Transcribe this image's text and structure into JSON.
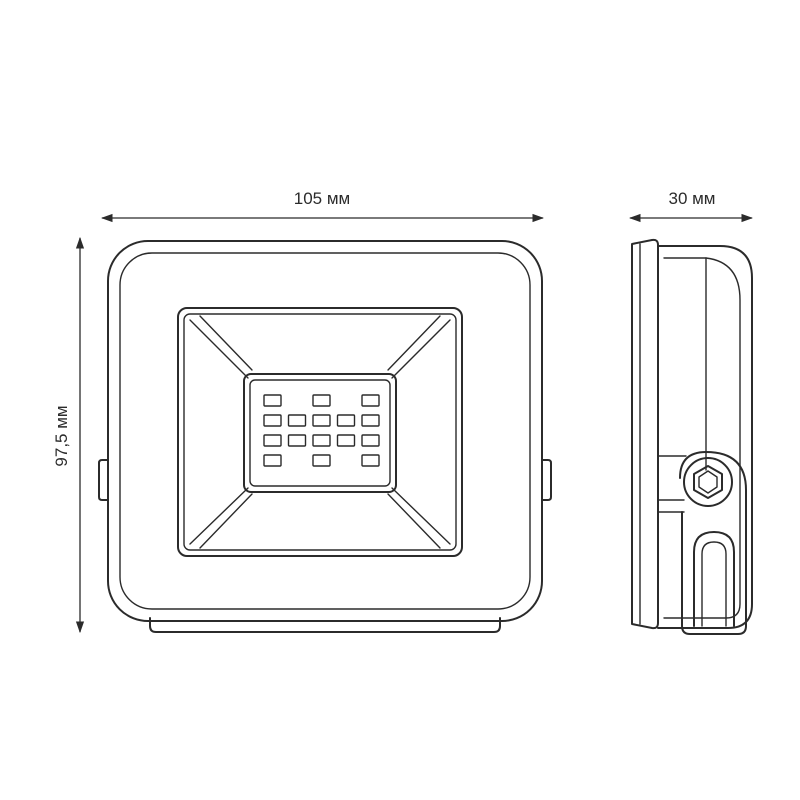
{
  "dimensions": {
    "width_label": "105 мм",
    "depth_label": "30 мм",
    "height_label": "97,5 мм"
  },
  "led_grid": {
    "rows": [
      [
        1,
        0,
        1,
        0,
        1
      ],
      [
        1,
        1,
        1,
        1,
        1
      ],
      [
        1,
        1,
        1,
        1,
        1
      ],
      [
        1,
        0,
        1,
        0,
        1
      ]
    ]
  },
  "colors": {
    "line": "#2b2b2b",
    "background": "#ffffff"
  }
}
